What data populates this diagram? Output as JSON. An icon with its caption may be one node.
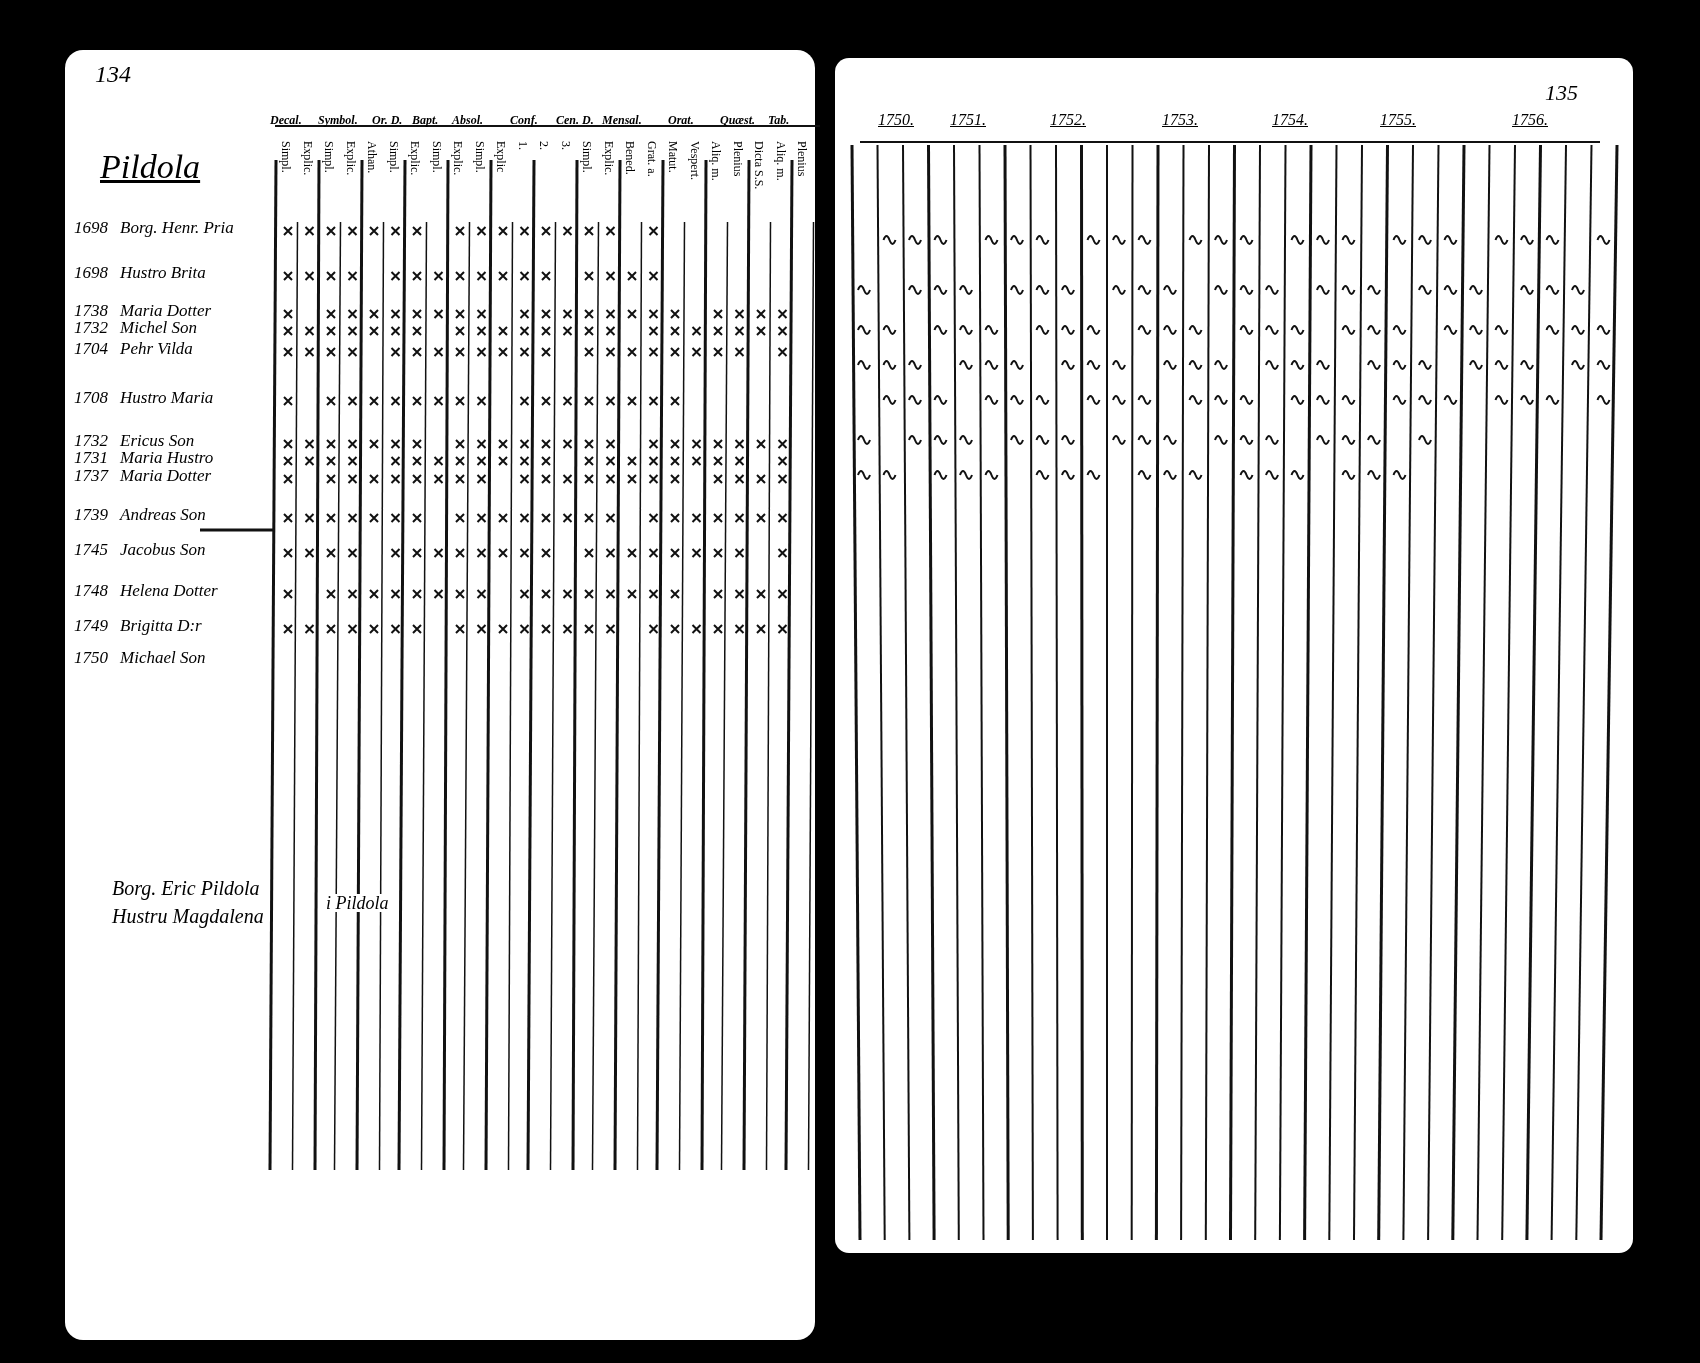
{
  "diagram": {
    "labels": [
      "134",
      "Pildola",
      "Decal.",
      "Symbol.",
      "Or. D.",
      "Bapt.",
      "Absol.",
      "Conf.",
      "Cen. D.",
      "Mensal.",
      "Orat.",
      "Quæst.",
      "Tab.",
      "Simpl.",
      "Explic.",
      "Simpl.",
      "Explic.",
      "Athan.",
      "Simpl.",
      "Explic.",
      "Simpl.",
      "Explic.",
      "Simpl.",
      "Explic",
      "1.",
      "2.",
      "3.",
      "Simpl.",
      "Explic.",
      "Bened.",
      "Grat. a.",
      "Matut.",
      "Vespert.",
      "Aliq. m.",
      "Plenius",
      "Dicta S.S.",
      "Aliq. m.",
      "Plenius",
      "1698",
      "Borg. Henr. Pria",
      "1698",
      "Hustro Brita",
      "1738",
      "Maria Dotter",
      "1732",
      "Michel Son",
      "1704",
      "Pehr Vilda",
      "1708",
      "Hustro Maria",
      "1732",
      "Ericus Son",
      "1731",
      "Maria Hustro",
      "1737",
      "Maria Dotter",
      "1739",
      "Andreas Son",
      "1745",
      "Jacobus Son",
      "1748",
      "Helena Dotter",
      "1749",
      "Brigitta D:r",
      "1750",
      "Michael Son",
      "Borg. Eric Pildola",
      "Hustru Magdalena",
      "i Pildola",
      "1750.",
      "1751.",
      "1752.",
      "1753.",
      "1754.",
      "1755.",
      "1756.",
      "135"
    ]
  }
}
